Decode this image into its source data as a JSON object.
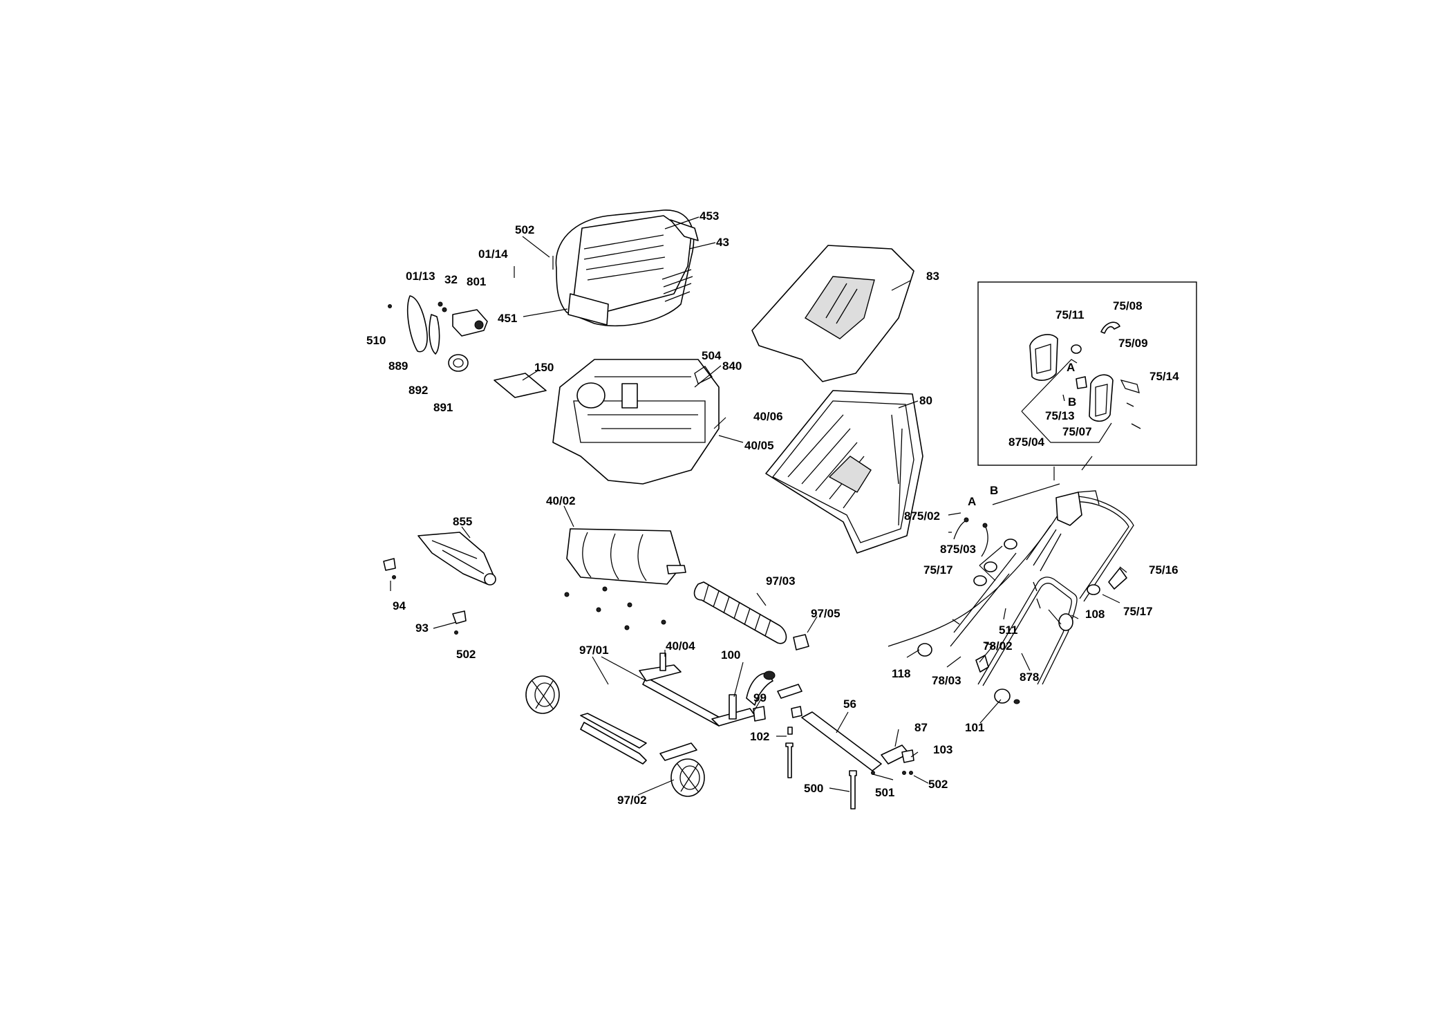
{
  "diagram": {
    "inset_labels": [
      "75/11",
      "75/08",
      "75/09",
      "75/14",
      "A",
      "B",
      "75/13",
      "75/07",
      "875/04"
    ],
    "labels": {
      "l453": "453",
      "l43": "43",
      "l502a": "502",
      "l0114": "01/14",
      "l0113": "01/13",
      "l32": "32",
      "l801": "801",
      "l510": "510",
      "l889": "889",
      "l892": "892",
      "l891": "891",
      "l451": "451",
      "l83": "83",
      "l150": "150",
      "l504": "504",
      "l840": "840",
      "l4006": "40/06",
      "l4005": "40/05",
      "l80": "80",
      "l87502": "875/02",
      "lA": "A",
      "lB": "B",
      "l87503": "875/03",
      "l7517a": "75/17",
      "l7516": "75/16",
      "l7517b": "75/17",
      "l4002": "40/02",
      "l855": "855",
      "l9703": "97/03",
      "l9705": "97/05",
      "l94": "94",
      "l93": "93",
      "l502b": "502",
      "l9701": "97/01",
      "l4004": "40/04",
      "l100": "100",
      "l99": "99",
      "l102": "102",
      "l9702": "97/02",
      "l56": "56",
      "l500": "500",
      "l501": "501",
      "l87": "87",
      "l103": "103",
      "l502c": "502",
      "l511": "511",
      "l108": "108",
      "l7802": "78/02",
      "l118": "118",
      "l7803": "78/03",
      "l878": "878",
      "l101": "101"
    }
  }
}
